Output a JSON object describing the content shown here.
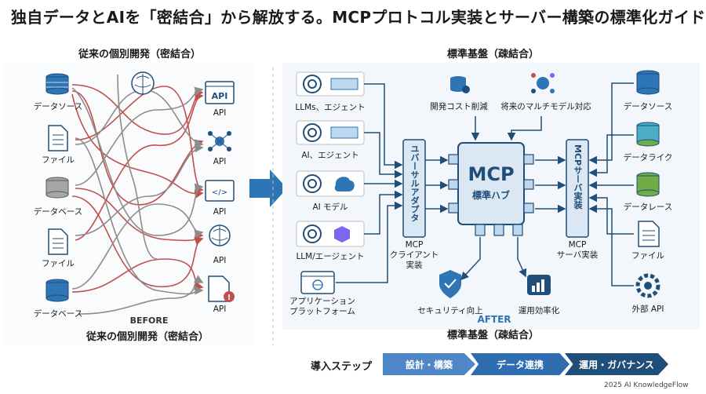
{
  "title": "独自データとAIを「密結合」から解放する。MCPプロトコル実装とサーバー構築の標準化ガイド",
  "before": {
    "header": "従来の個別開発（密結合）",
    "caption_en": "BEFORE",
    "caption_jp": "従来の個別開発（密結合）",
    "sources": [
      "データソース",
      "ファイル",
      "データベース",
      "ファイル",
      "データベース"
    ],
    "apis": [
      "API",
      "API",
      "API",
      "API",
      "API"
    ]
  },
  "after": {
    "header": "標準基盤（疎結合）",
    "caption_en": "AFTER",
    "caption_jp": "標準基盤（疎結合）",
    "clients": [
      "LLMs、エジェント",
      "AI、エジェント",
      "AI モデル",
      "LLM/エージェント"
    ],
    "platform": "アプリケーション\nプラットフォーム",
    "adapter_label": "ユバーサルアダプタ",
    "client_caption": "MCP\nクライアント\n実装",
    "hub_title": "MCP",
    "hub_subtitle": "標準ハブ",
    "server_label": "MCPサーバ実装",
    "server_caption": "MCP\nサーバ実装",
    "top_benefits": [
      "開発コスト削減",
      "将来のマルチモデル対応"
    ],
    "bottom_benefits": [
      "セキュリティ向上",
      "運用効率化"
    ],
    "servers": [
      "データソース",
      "データライク",
      "データレース",
      "ファイル",
      "外部 API"
    ]
  },
  "steps": {
    "label": "導入ステップ",
    "items": [
      "設計・構築",
      "データ連携",
      "運用・ガバナンス"
    ]
  },
  "footer": "2025 AI KnowledgeFlow",
  "colors": {
    "navy": "#1f4e79",
    "blue": "#2e75b6",
    "light_blue": "#bdd7ee",
    "red": "#c0504d",
    "gray": "#8c8c8c",
    "hub_fill": "#dbe7f3",
    "step1": "#4f86c6",
    "step2": "#2e6db0",
    "step3": "#1f4e79"
  }
}
